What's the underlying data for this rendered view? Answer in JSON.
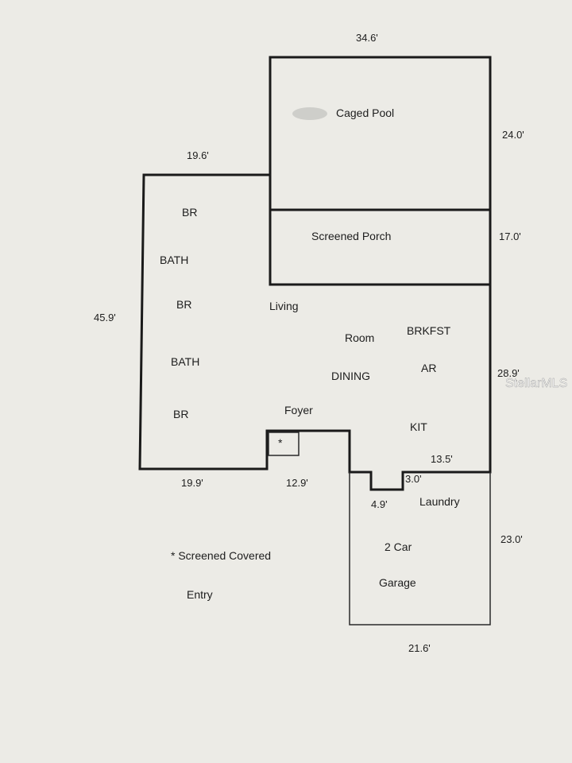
{
  "dimensions": {
    "top_width": "34.6'",
    "pool_depth": "24.0'",
    "left_wing_width": "19.6'",
    "porch_depth": "17.0'",
    "overall_depth": "45.9'",
    "main_depth": "28.9'",
    "kitchen_width": "13.5'",
    "laundry_notch": "3.0'",
    "left_bottom_width": "19.9'",
    "entry_width": "12.9'",
    "garage_notch": "4.9'",
    "garage_depth": "23.0'",
    "garage_width": "21.6'"
  },
  "rooms": {
    "caged_pool": "Caged Pool",
    "screened_porch": "Screened Porch",
    "br_1": "BR",
    "bath_1": "BATH",
    "br_2": "BR",
    "bath_2": "BATH",
    "br_3": "BR",
    "living": "Living",
    "room": "Room",
    "brkfst": "BRKFST",
    "ar": "AR",
    "dining": "DINING",
    "foyer": "Foyer",
    "kit": "KIT",
    "laundry": "Laundry",
    "two_car": "2 Car",
    "garage": "Garage",
    "entry_marker": "*"
  },
  "notes": {
    "screened_covered": "* Screened Covered",
    "entry": "Entry"
  },
  "watermark": "StellarMLS",
  "colors": {
    "paper": "#ecebe6",
    "ink": "#1a1a1a"
  }
}
